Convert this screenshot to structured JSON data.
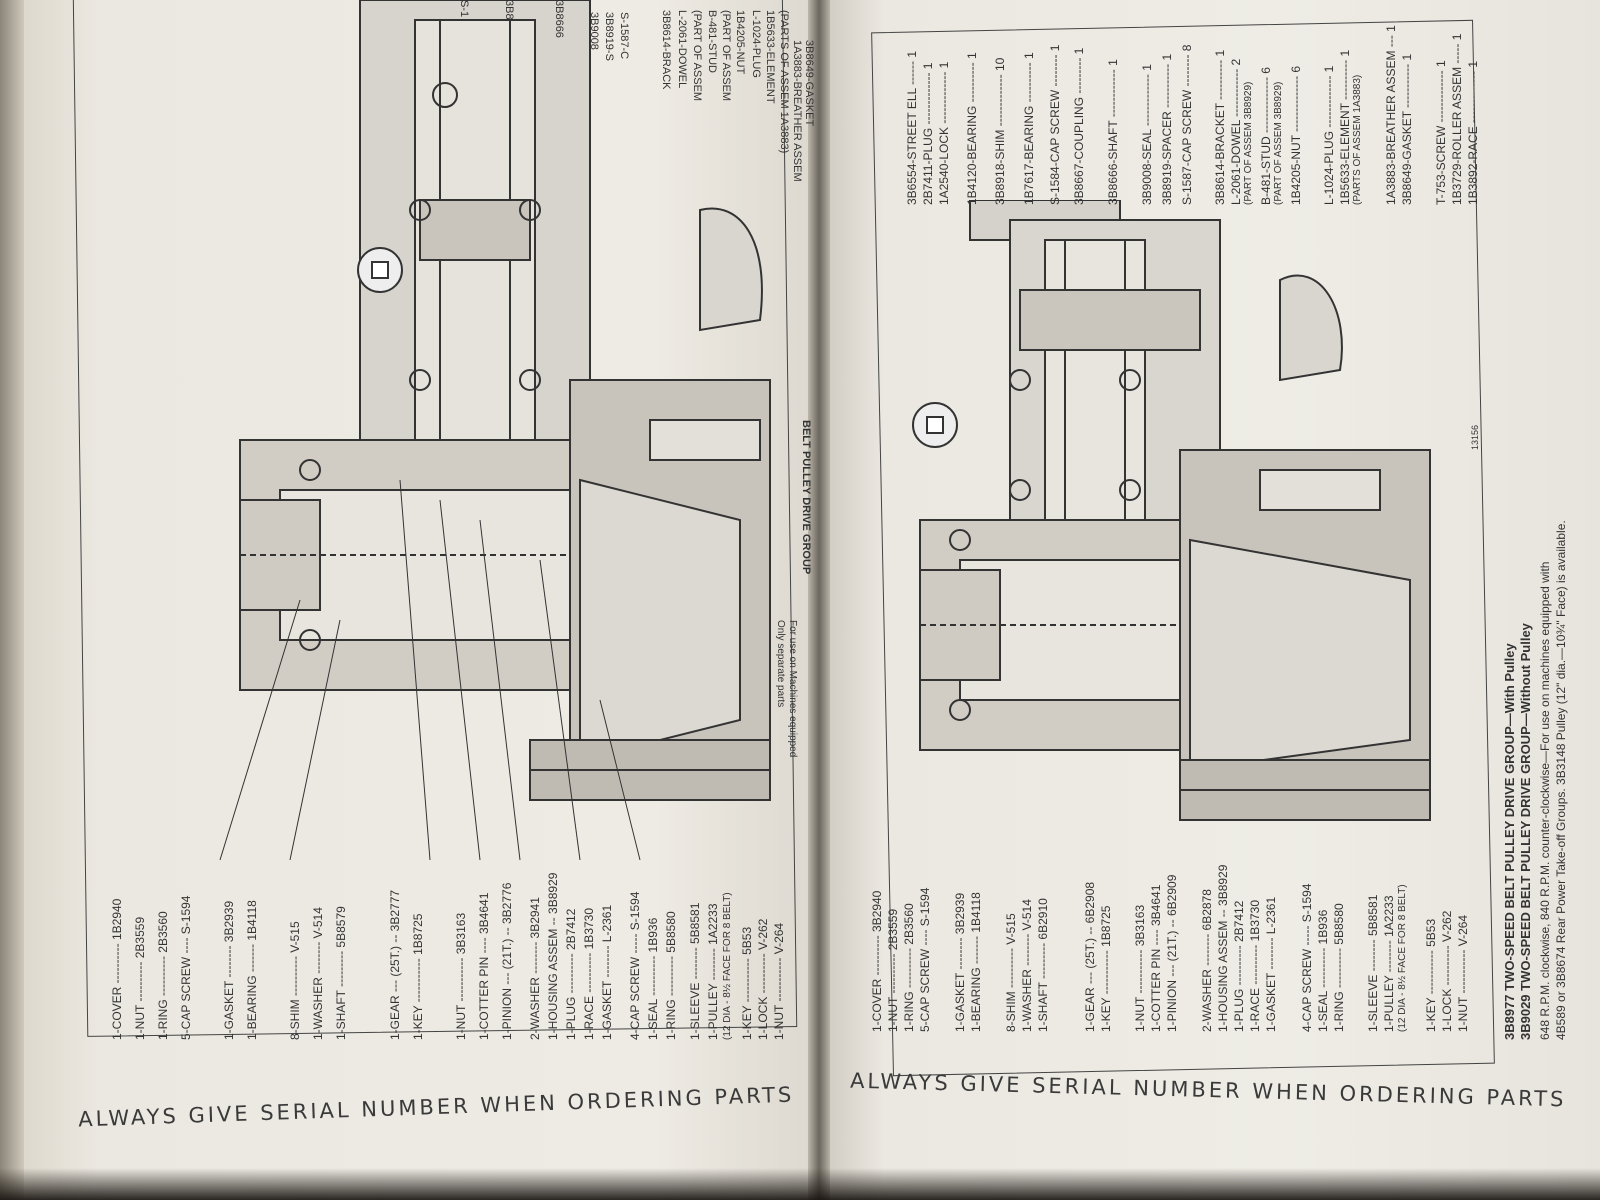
{
  "footer": {
    "left": "ALWAYS GIVE SERIAL NUMBER WHEN ORDERING PARTS",
    "right": "ALWAYS GIVE SERIAL NUMBER WHEN ORDERING PARTS"
  },
  "left_page": {
    "bottom_parts": [
      "1-COVER ---------- 1B2940",
      "1-NUT ---------- 2B3559",
      "1-RING ---------- 2B3560",
      "5-CAP SCREW ---- S-1594",
      "1-GASKET -------- 3B2939",
      "1-BEARING ------- 1B4118",
      "8-SHIM ---------- V-515",
      "1-WASHER -------- V-514",
      "1-SHAFT --------- 5B8579",
      "1-GEAR --- (25T.) -- 3B2777",
      "1-KEY ----------- 1B8725",
      "1-NUT ----------- 3B3163",
      "1-COTTER PIN ---- 3B4641",
      "1-PINION --- (21T.) -- 3B2776",
      "2-WASHER -------- 3B2941",
      "1-HOUSING ASSEM -- 3B8929",
      "1-PLUG ---------- 2B7412",
      "1-RACE ---------- 1B3730",
      "1-GASKET -------- L-2361",
      "4-CAP SCREW ----- S-1594",
      "1-SEAL ---------- 1B936",
      "1-RING ---------- 5B8580",
      "1-SLEEVE -------- 5B8581",
      "1-PULLEY -------- 1A2233",
      "(12 DIA - 8½ FACE FOR 8 BELT)",
      "1-KEY ----------- 5B53",
      "1-LOCK ---------- V-262",
      "1-NUT ----------- V-264"
    ],
    "top_parts": [
      "S-1",
      "3B8",
      "3B8666",
      "3B9008",
      "3B8919-S",
      "S-1587-C",
      "3B8614-BRACK",
      "L-2061-DOWEL",
      "(PART OF ASSEM",
      "B-481-STUD",
      "(PART OF ASSEM",
      "1B4205-NUT",
      "L-1024-PLUG",
      "1B5633-ELEMENT",
      "(PARTS OF ASSEM 1A3883)",
      "1A3883-BREATHER ASSEM",
      "3B8649-GASKET"
    ],
    "caption_title": "BELT PULLEY DRIVE GROUP",
    "caption_sub1": "For use on Machines equipped",
    "caption_sub2": "Only separate parts"
  },
  "right_page": {
    "top_parts": [
      "3B6554-STREET ELL ------ 1",
      "2B7411-PLUG ------------- 1",
      "1A2540-LOCK ------------- 1",
      "1B4120-BEARING ---------- 1",
      "3B8918-SHIM ------------- 10",
      "1B7617-BEARING ---------- 1",
      "S-1584-CAP SCREW -------- 1",
      "3B8667-COUPLING --------- 1",
      "3B8666-SHAFT ------------ 1",
      "3B9008-SEAL ------------- 1",
      "3B8919-SPACER ----------- 1",
      "S-1587-CAP SCREW -------- 8",
      "3B8614-BRACKET ---------- 1",
      "L-2061-DOWEL ------------ 2",
      "(PART OF ASSEM 3B8929)",
      "B-481-STUD -------------- 6",
      "(PART OF ASSEM 3B8929)",
      "1B4205-NUT -------------- 6",
      "L-1024-PLUG ------------- 1",
      "1B5633-ELEMENT ---------- 1",
      "(PARTS OF ASSEM 1A3883)",
      "1A3883-BREATHER ASSEM --- 1",
      "3B8649-GASKET ----------- 1",
      "T-753-SCREW ------------- 1",
      "1B3729-ROLLER ASSEM ----- 1",
      "1B3892-RACE ------------- 1"
    ],
    "bottom_parts": [
      "1-COVER ---------- 3B2940",
      "1-NUT ---------- 2B3559",
      "1-RING ---------- 2B3560",
      "5-CAP SCREW ---- S-1594",
      "1-GASKET -------- 3B2939",
      "1-BEARING ------- 1B4118",
      "8-SHIM ---------- V-515",
      "1-WASHER -------- V-514",
      "1-SHAFT --------- 6B2910",
      "1-GEAR --- (25T.) -- 6B2908",
      "1-KEY ----------- 1B8725",
      "1-NUT ----------- 3B3163",
      "1-COTTER PIN ---- 3B4641",
      "1-PINION --- (21T.) -- 6B2909",
      "2-WASHER -------- 6B2878",
      "1-HOUSING ASSEM -- 3B8929",
      "1-PLUG ---------- 2B7412",
      "1-RACE ---------- 1B3730",
      "1-GASKET -------- L-2361",
      "4-CAP SCREW ----- S-1594",
      "1-SEAL ---------- 1B936",
      "1-RING ---------- 5B8580",
      "1-SLEEVE -------- 5B8581",
      "1-PULLEY -------- 1A2233",
      "(12 DIA - 8½ FACE FOR 8 BELT)",
      "1-KEY ----------- 5B53",
      "1-LOCK ---------- V-262",
      "1-NUT ----------- V-264"
    ],
    "figure_number": "13156",
    "caption_line1": "3B8977 TWO-SPEED BELT PULLEY DRIVE GROUP—With Pulley",
    "caption_line2": "3B9029 TWO-SPEED BELT PULLEY DRIVE GROUP—Without Pulley",
    "caption_line3": "648 R.P.M. clockwise, 840 R.P.M. counter-clockwise—For use on machines equipped with",
    "caption_line4": "4B589 or 3B8674 Rear Power Take-off Groups. 3B3148 Pulley (12\" dia.—10¾\" Face) is available."
  }
}
